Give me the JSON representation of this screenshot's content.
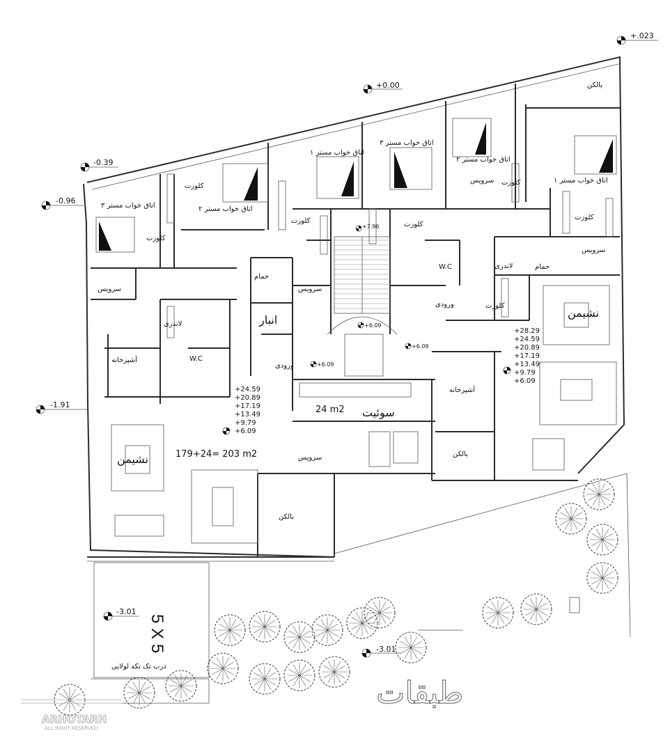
{
  "rooms": {
    "balcony_ne": "بالکن",
    "bed_master_1_right": "اتاق خواب مستر ۱",
    "bed_master_2_right": "اتاق خواب مستر ۲",
    "bed_master_3_center": "اتاق خواب مستر ۳",
    "bed_master_1_center": "اتاق خواب مستر ۱",
    "bed_master_2_left": "اتاق خواب مستر ۲",
    "bed_master_3_left": "اتاق خواب مستر ۳",
    "closet_a": "کلوزت",
    "closet_b": "کلوزت",
    "closet_c": "کلوزت",
    "closet_d": "کلوزت",
    "closet_e": "کلوزت",
    "closet_f": "کلوزت",
    "closet_g": "کلوزت",
    "service_left": "سرویس",
    "service_center": "سرویس",
    "service_right_top": "سرویس",
    "service_right": "سرویس",
    "service_suite": "سرویس",
    "bath_center": "حمام",
    "bath_right": "حمام",
    "laundry_left": "لاندری",
    "laundry_right": "لاندری",
    "storage": "انبار",
    "kitchen_left": "آشپزخانه",
    "kitchen_right": "آشپزخانه",
    "wc_left": "W.C",
    "wc_center": "W.C",
    "entrance_left": "ورودی",
    "entrance_right": "ورودی",
    "living_left": "نشیمن",
    "living_right": "نشیمن",
    "suite": "سوئیت",
    "balcony_left": "بالکن",
    "balcony_right": "بالکن",
    "closet_right_side": "کلوزت"
  },
  "levels": {
    "top_right": "+.023",
    "top_center": "+0.00",
    "left_upper": "-0.39",
    "left_mid": "-0.96",
    "left_low": "-1.91",
    "stair_top": "+7.96",
    "stair_mid": "+6.09",
    "stair_right": "+6.09",
    "stair_low": "+6.09",
    "yard": "-3.01",
    "street": "-3.01"
  },
  "floor_heights_left": [
    "+24.59",
    "+20.89",
    "+17.19",
    "+13.49",
    "+9.79",
    "+6.09"
  ],
  "floor_heights_right": [
    "+28.29",
    "+24.59",
    "+20.89",
    "+17.19",
    "+13.49",
    "+9.79",
    "+6.09"
  ],
  "area_total": "179+24= 203 m2",
  "area_suite": "24 m2",
  "garage": {
    "size": "5 X 5",
    "door": "درب تک تکه لولایی"
  },
  "section_title": "طبقات",
  "logo": {
    "name": "ARHOTARH",
    "rights": "ALL RIGHT RESERVED"
  }
}
